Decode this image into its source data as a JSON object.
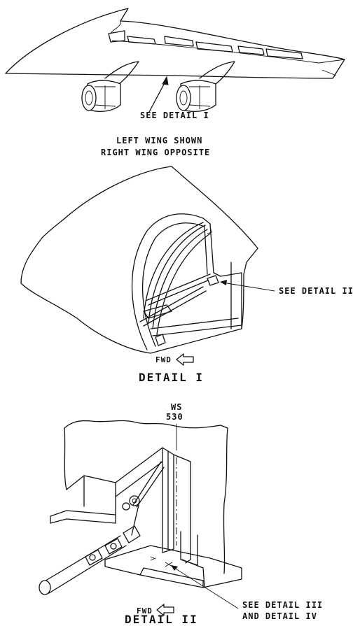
{
  "wing_view": {
    "callout": "SEE DETAIL I",
    "note_line1": "LEFT WING SHOWN",
    "note_line2": "RIGHT WING OPPOSITE"
  },
  "detail_1": {
    "callout": "SEE DETAIL II",
    "fwd_label": "FWD",
    "title": "DETAIL I"
  },
  "detail_2": {
    "station_line1": "WS",
    "station_line2": "530",
    "callout_line1": "SEE DETAIL III",
    "callout_line2": "AND DETAIL IV",
    "fwd_label": "FWD",
    "title": "DETAIL II"
  }
}
